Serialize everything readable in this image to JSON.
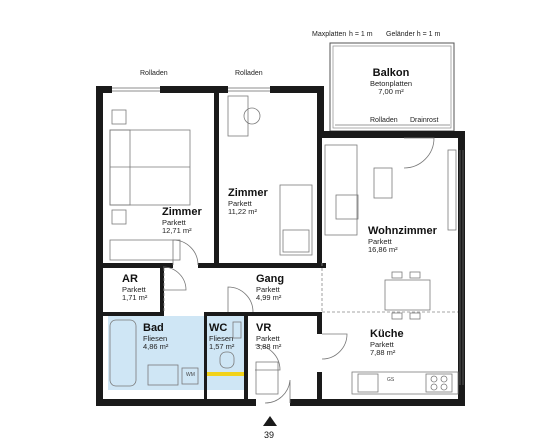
{
  "top_note": {
    "maxplatten": "Maxplatten",
    "h1": "h = 1 m",
    "gelaender": "Geländer h = 1 m"
  },
  "rolladen_labels": [
    "Rolladen",
    "Rolladen",
    "Rolladen"
  ],
  "drainrost": "Drainrost",
  "page_number": "39",
  "rooms": {
    "balkon": {
      "name": "Balkon",
      "floor": "Betonplatten",
      "area": "7,00 m²"
    },
    "zimmer1": {
      "name": "Zimmer",
      "floor": "Parkett",
      "area": "12,71 m²"
    },
    "zimmer2": {
      "name": "Zimmer",
      "floor": "Parkett",
      "area": "11,22 m²"
    },
    "wohnzimmer": {
      "name": "Wohnzimmer",
      "floor": "Parkett",
      "area": "16,86 m²"
    },
    "ar": {
      "name": "AR",
      "floor": "Parkett",
      "area": "1,71 m²"
    },
    "gang": {
      "name": "Gang",
      "floor": "Parkett",
      "area": "4,99 m²"
    },
    "bad": {
      "name": "Bad",
      "floor": "Fliesen",
      "area": "4,86 m²"
    },
    "wc": {
      "name": "WC",
      "floor": "Fliesen",
      "area": "1,57 m²"
    },
    "vr": {
      "name": "VR",
      "floor": "Parkett",
      "area": "3,88 m²"
    },
    "kueche": {
      "name": "Küche",
      "floor": "Parkett",
      "area": "7,88 m²"
    }
  },
  "fixtures": {
    "wm": "WM",
    "gs": "GS"
  },
  "colors": {
    "wall": "#1a1a1a",
    "wet_room": "#cfe6f5",
    "accent_yellow": "#f2d21a",
    "furniture": "#7a7a7a"
  }
}
